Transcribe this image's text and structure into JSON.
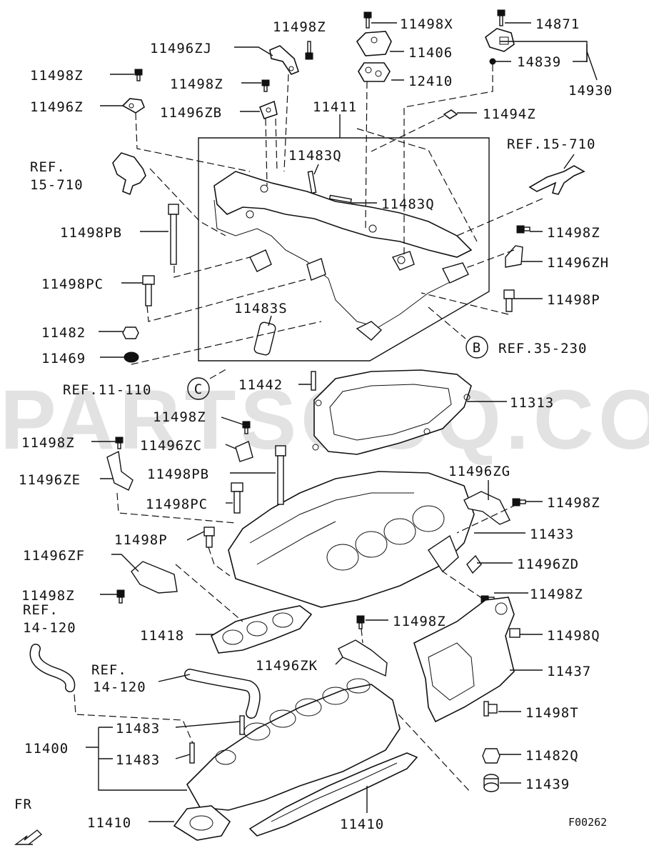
{
  "watermark": "PARTSOUQ.COM",
  "figure_code": "F00262",
  "direction_marker": "FR",
  "callouts": {
    "b": "B",
    "c": "C"
  },
  "labels": {
    "l11498Z_top": "11498Z",
    "l11498X": "11498X",
    "l14871": "14871",
    "l11496ZJ": "11496ZJ",
    "l11406": "11406",
    "l14839": "14839",
    "l11498Z_a": "11498Z",
    "l12410": "12410",
    "l14930": "14930",
    "l11498Z_b": "11498Z",
    "l11496Z": "11496Z",
    "l11496ZB": "11496ZB",
    "l11411": "11411",
    "l11494Z": "11494Z",
    "l11483Q_a": "11483Q",
    "lREF15_a1": "REF.",
    "lREF15_a2": "15-710",
    "lREF15_b": "REF.15-710",
    "l11483Q_b": "11483Q",
    "l11498PB_a": "11498PB",
    "l11498Z_c": "11498Z",
    "l11496ZH": "11496ZH",
    "l11498PC_a": "11498PC",
    "l11498P_a": "11498P",
    "l11483S": "11483S",
    "l11482": "11482",
    "lREF35": "REF.35-230",
    "l11469": "11469",
    "lREF11": "REF.11-110",
    "l11442": "11442",
    "l11313": "11313",
    "l11498Z_d": "11498Z",
    "l11498Z_e": "11498Z",
    "l11496ZC": "11496ZC",
    "l11496ZE": "11496ZE",
    "l11498PB_b": "11498PB",
    "l11496ZG": "11496ZG",
    "l11498PC_b": "11498PC",
    "l11498Z_f": "11498Z",
    "l11498P_b": "11498P",
    "l11433": "11433",
    "l11496ZF": "11496ZF",
    "l11496ZD": "11496ZD",
    "l11498Z_g": "11498Z",
    "l11498Z_h": "11498Z",
    "lREF14_a1": "REF.",
    "lREF14_a2": "14-120",
    "l11498Z_i": "11498Z",
    "l11418": "11418",
    "l11498Q": "11498Q",
    "l11496ZK": "11496ZK",
    "lREF14_b1": "REF.",
    "lREF14_b2": "14-120",
    "l11437": "11437",
    "l11498T": "11498T",
    "l11483_a": "11483",
    "l11400": "11400",
    "l11483_b": "11483",
    "l11482Q": "11482Q",
    "l11439": "11439",
    "l11410_a": "11410",
    "l11410_b": "11410"
  }
}
